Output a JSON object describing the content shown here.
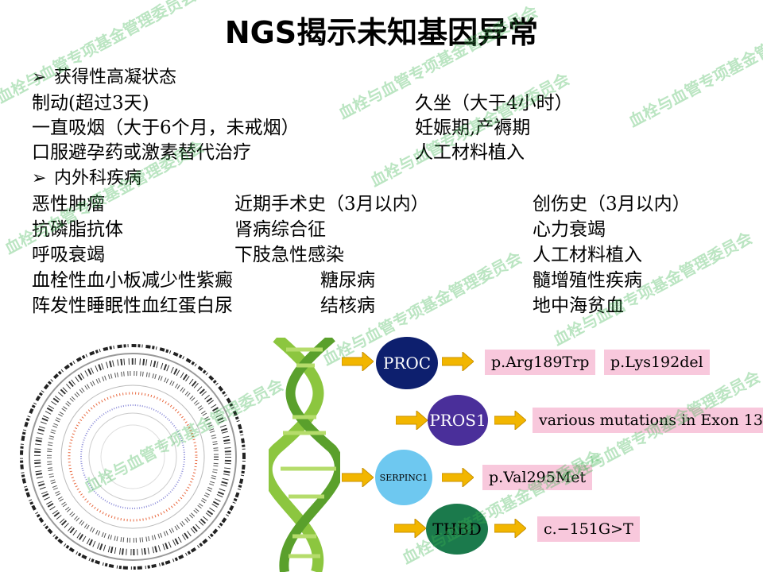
{
  "title": "NGS揭示未知基因异常",
  "watermark": "血栓与血管专项基金管理委员会",
  "section1": {
    "heading": "获得性高凝状态",
    "left": [
      "制动(超过3天)",
      "一直吸烟（大于6个月，未戒烟）",
      "口服避孕药或激素替代治疗"
    ],
    "right": [
      "久坐（大于4小时）",
      "妊娠期,产褥期",
      "人工材料植入"
    ]
  },
  "section2": {
    "heading": "内外科疾病",
    "col1": [
      "恶性肿瘤",
      "抗磷脂抗体",
      "呼吸衰竭",
      "血栓性血小板减少性紫癜",
      "阵发性睡眠性血红蛋白尿"
    ],
    "col2": [
      "近期手术史（3月以内）",
      "肾病综合征",
      "下肢急性感染",
      "糖尿病",
      "结核病"
    ],
    "col3": [
      "创伤史（3月以内）",
      "心力衰竭",
      "人工材料植入",
      "髓增殖性疾病",
      "地中海贫血"
    ]
  },
  "genes": [
    {
      "name": "PROC",
      "mutations": [
        "p.Arg189Trp",
        "p.Lys192del"
      ],
      "color": "#0d1f6e"
    },
    {
      "name": "PROS1",
      "mutations": [
        "various mutations in Exon 13"
      ],
      "color": "#4a2f9a"
    },
    {
      "name": "SERPINC1",
      "mutations": [
        "p.Val295Met"
      ],
      "color": "#6ec8f0"
    },
    {
      "name": "THBD",
      "mutations": [
        "c.−151G>T"
      ],
      "color": "#1b7a4c"
    }
  ],
  "colors": {
    "arrow": "#f2b600",
    "mutation_bg": "#f8c8dc",
    "watermark": "#3cb450"
  }
}
